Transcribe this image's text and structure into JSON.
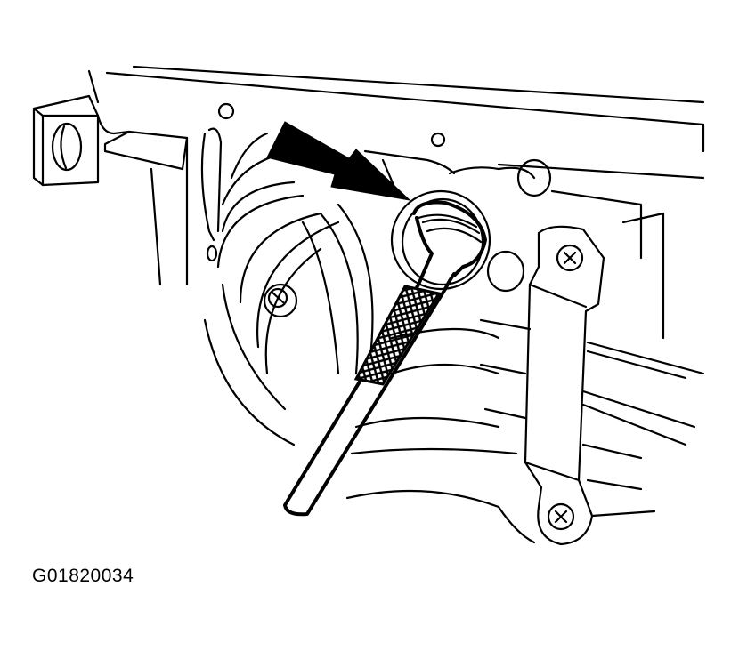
{
  "figure": {
    "id_label": "G01820034",
    "description": "Line drawing: tool with knurled grip inserted into bore in engine housing; arrow indicates bore location; bracket with two screws at right",
    "callouts": [
      {
        "type": "arrow",
        "points_to": "bore-with-tool"
      }
    ],
    "colors": {
      "line": "#000000",
      "background": "#ffffff"
    }
  }
}
